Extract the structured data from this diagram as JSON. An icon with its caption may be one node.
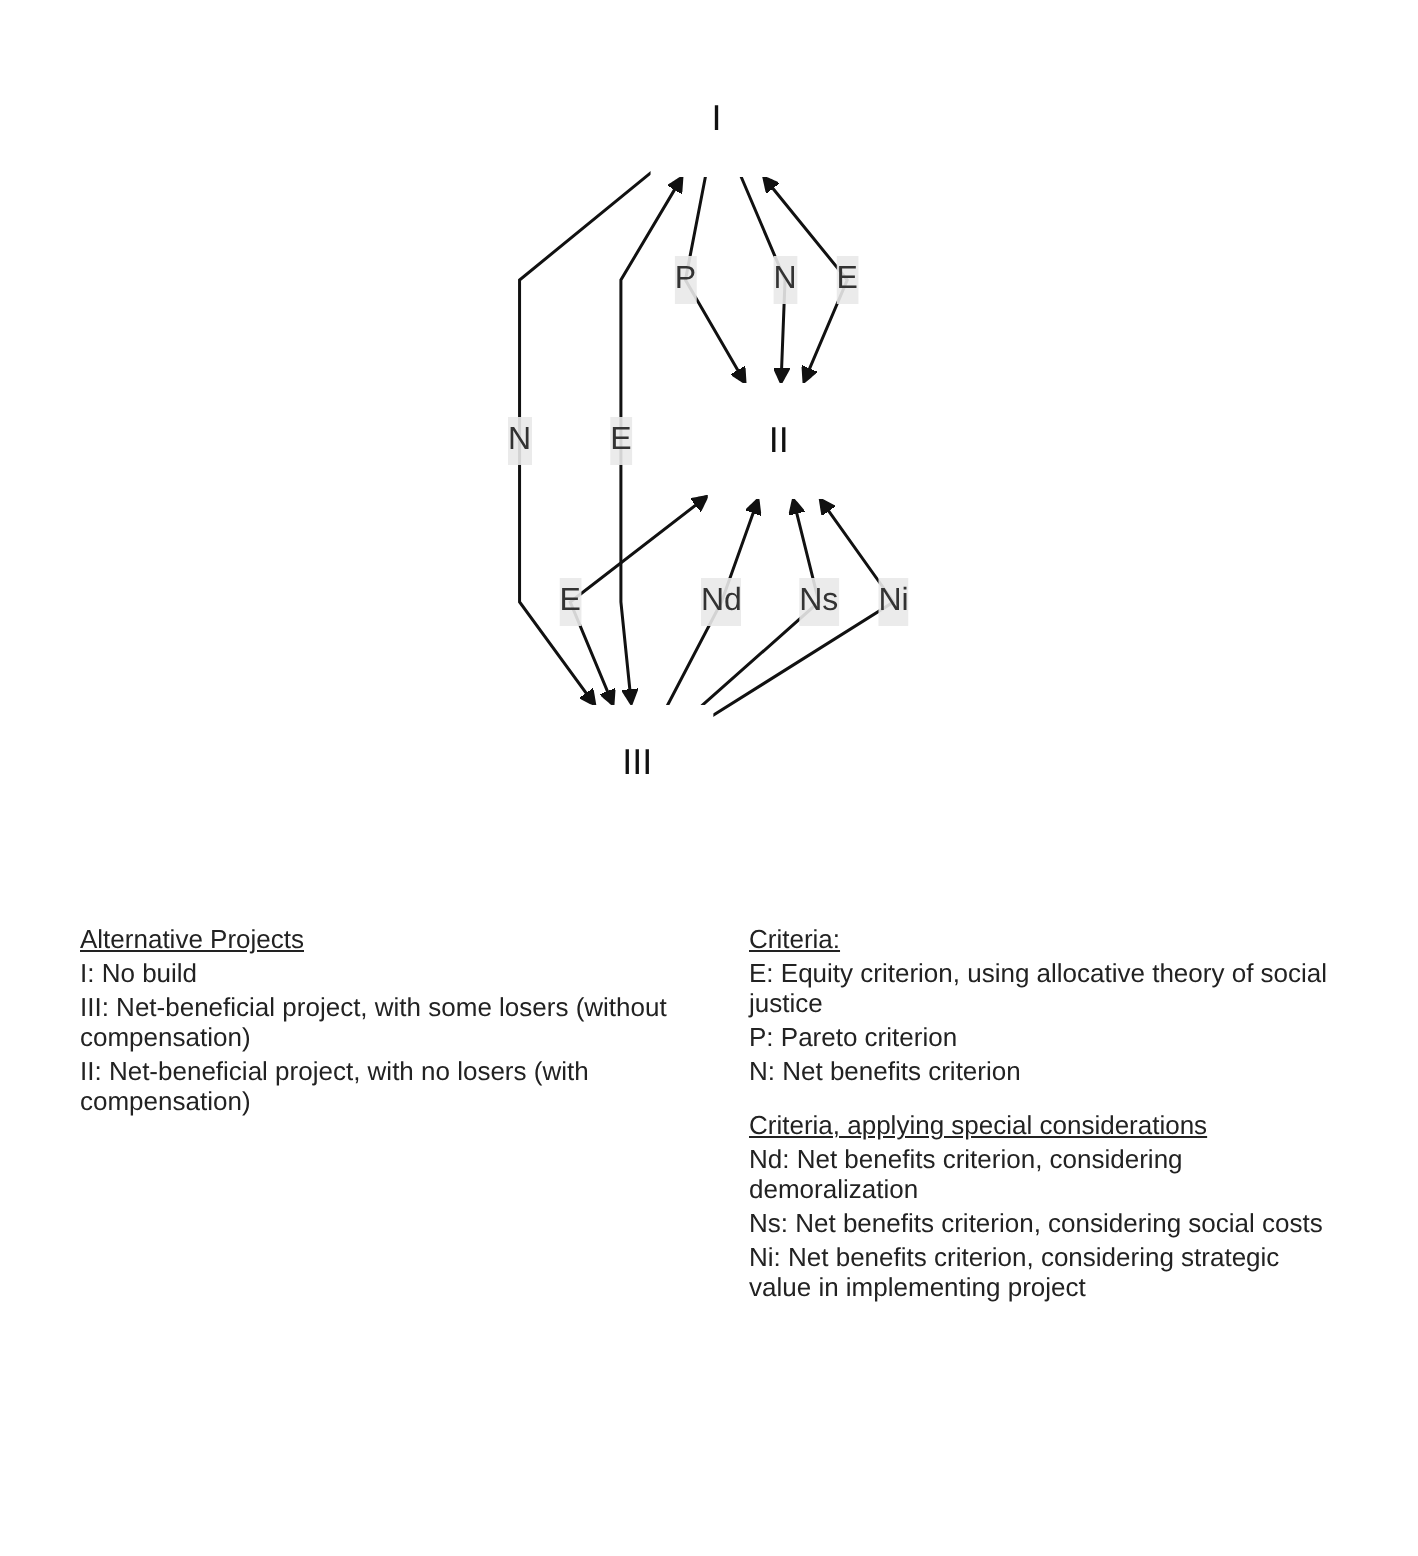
{
  "diagram": {
    "nodes": [
      {
        "text": [
          "I"
        ]
      },
      {
        "text": [
          "II"
        ]
      },
      {
        "text": [
          "III"
        ]
      }
    ],
    "edges": [
      {
        "from": 0,
        "to": 1,
        "arrow": "to",
        "label": "P"
      },
      {
        "from": 0,
        "to": 1,
        "arrow": "to",
        "label": "N"
      },
      {
        "from": 1,
        "to": 0,
        "arrow": "both",
        "label": "E"
      },
      {
        "from": 0,
        "to": 2,
        "arrow": "to",
        "label": "N"
      },
      {
        "from": 2,
        "to": 0,
        "arrow": "both",
        "label": "E"
      },
      {
        "from": 1,
        "to": 2,
        "arrow": "both",
        "label": "E"
      },
      {
        "from": 2,
        "to": 1,
        "arrow": "to",
        "label": "Nd"
      },
      {
        "from": 2,
        "to": 1,
        "arrow": "to",
        "label": "Ns"
      },
      {
        "from": 2,
        "to": 1,
        "arrow": "to",
        "label": "Ni"
      }
    ],
    "labels": [
      "Alternative Projects",
      "I: No build",
      "III: Net-beneficial project, with some losers (without compensation)",
      "II: Net-beneficial project, with no losers (with compensation)",
      "Criteria:",
      "E: Equity criterion, using allocative theory of social justice",
      "P: Pareto criterion",
      "N: Net benefits criterion",
      "Criteria, applying special considerations",
      "Nd: Net benefits criterion, considering demoralization",
      "Ns: Net benefits criterion, considering social costs",
      "Ni: Net benefits criterion, considering strategic value in implementing project"
    ]
  }
}
